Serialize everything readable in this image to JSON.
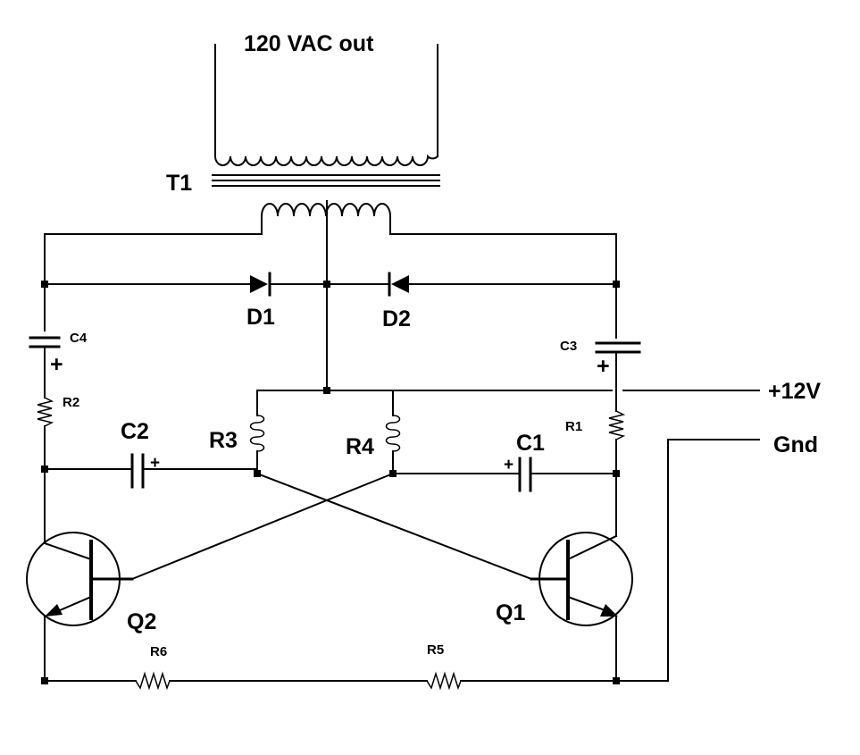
{
  "diagram": {
    "title": "120 VAC out",
    "labels": {
      "t1": "T1",
      "d1": "D1",
      "d2": "D2",
      "c1": "C1",
      "c2": "C2",
      "c3": "C3",
      "c4": "C4",
      "r1": "R1",
      "r2": "R2",
      "r3": "R3",
      "r4": "R4",
      "r5": "R5",
      "r6": "R6",
      "q1": "Q1",
      "q2": "Q2",
      "plus12v": "+12V",
      "gnd": "Gnd",
      "plus": "+"
    }
  }
}
